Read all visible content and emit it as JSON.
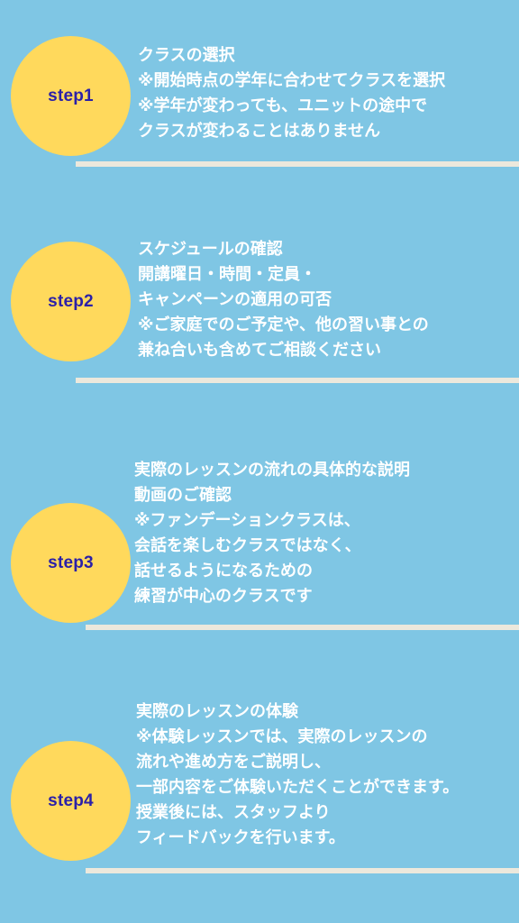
{
  "steps": [
    {
      "badge": "step1",
      "lines": [
        "クラスの選択",
        "※開始時点の学年に合わせてクラスを選択",
        "※学年が変わっても、ユニットの途中で",
        "クラスが変わることはありません"
      ]
    },
    {
      "badge": "step2",
      "lines": [
        "スケジュールの確認",
        "開講曜日・時間・定員・",
        "キャンペーンの適用の可否",
        "※ご家庭でのご予定や、他の習い事との",
        "兼ね合いも含めてご相談ください"
      ]
    },
    {
      "badge": "step3",
      "lines": [
        "実際のレッスンの流れの具体的な説明",
        "動画のご確認",
        "※ファンデーションクラスは、",
        "会話を楽しむクラスではなく、",
        "話せるようになるための",
        "練習が中心のクラスです"
      ]
    },
    {
      "badge": "step4",
      "lines": [
        "実際のレッスンの体験",
        "※体験レッスンでは、実際のレッスンの",
        "流れや進め方をご説明し、",
        "一部内容をご体験いただくことができます。",
        "授業後には、スタッフより",
        "フィードバックを行います。"
      ]
    }
  ]
}
